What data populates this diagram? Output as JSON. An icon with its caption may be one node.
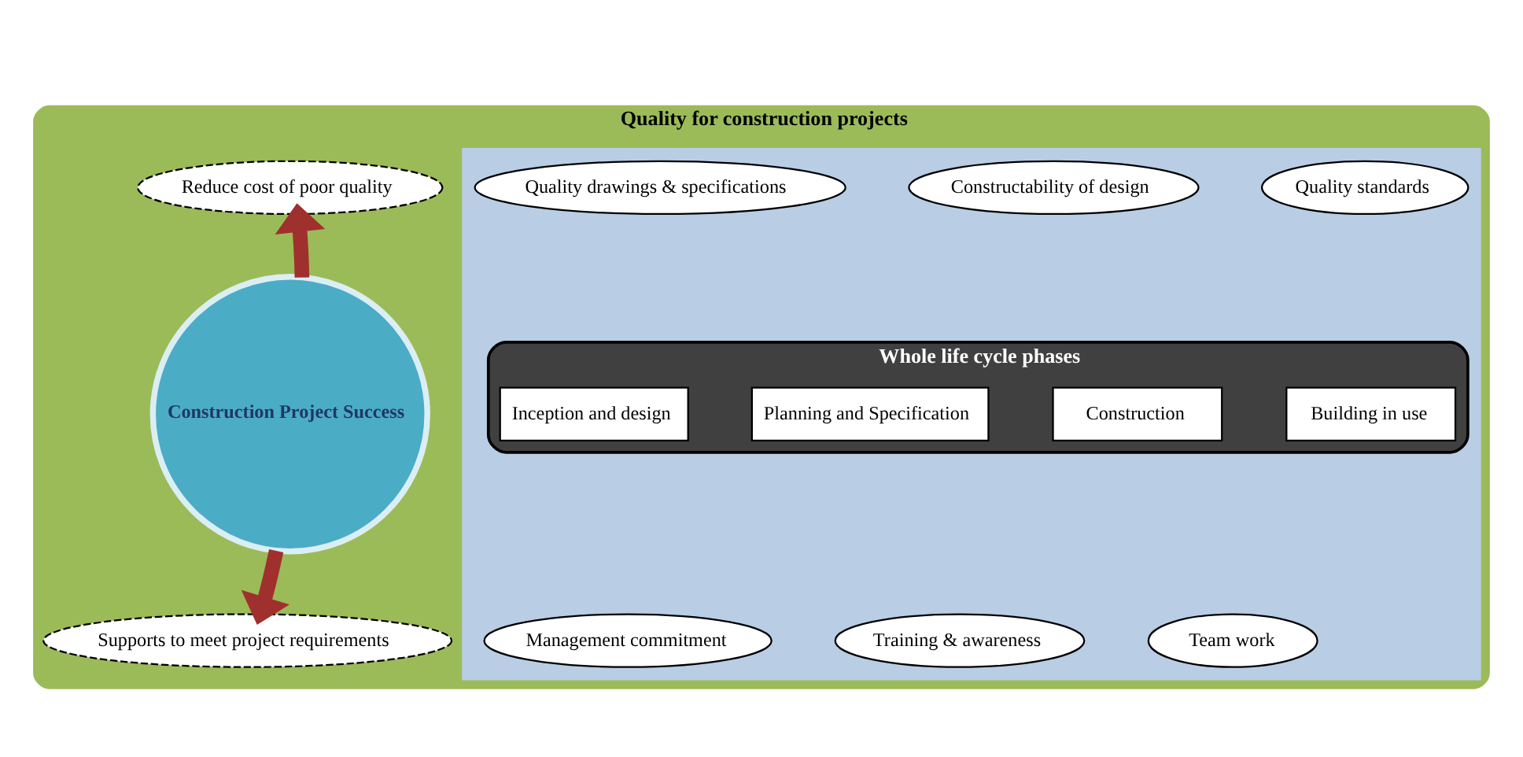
{
  "diagram": {
    "nodes": [
      {
        "text": [
          "Quality for construction projects"
        ]
      },
      {
        "text": [],
        "shape": "box",
        "in": 0
      },
      {
        "text": [
          "Quality drawings & specifications"
        ],
        "in": 1
      },
      {
        "text": [
          "Constructability of design"
        ],
        "in": 1
      },
      {
        "text": [
          "Quality standards"
        ],
        "in": 1
      },
      {
        "text": [
          "Whole life cycle phases"
        ],
        "in": 1
      },
      {
        "text": [
          "Inception and design"
        ],
        "in": 5
      },
      {
        "text": [
          "Planning and Specification"
        ],
        "in": 5
      },
      {
        "text": [
          "Construction"
        ],
        "in": 5
      },
      {
        "text": [
          "Building in use"
        ],
        "in": 5
      },
      {
        "text": [
          "Management commitment"
        ],
        "in": 1
      },
      {
        "text": [
          "Training & awareness"
        ],
        "in": 1
      },
      {
        "text": [
          "Team work"
        ],
        "in": 1
      },
      {
        "text": [
          "Reduce cost of poor quality"
        ],
        "in": 0
      },
      {
        "text": [
          "Construction Project Success"
        ],
        "in": 0
      },
      {
        "text": [
          "Supports to meet project requirements"
        ],
        "in": 0
      }
    ],
    "edges": [
      {
        "from": 14,
        "to": 13,
        "arrow": "to",
        "color": "#a0302e"
      },
      {
        "from": 14,
        "to": 15,
        "arrow": "to",
        "color": "#a0302e"
      }
    ]
  }
}
